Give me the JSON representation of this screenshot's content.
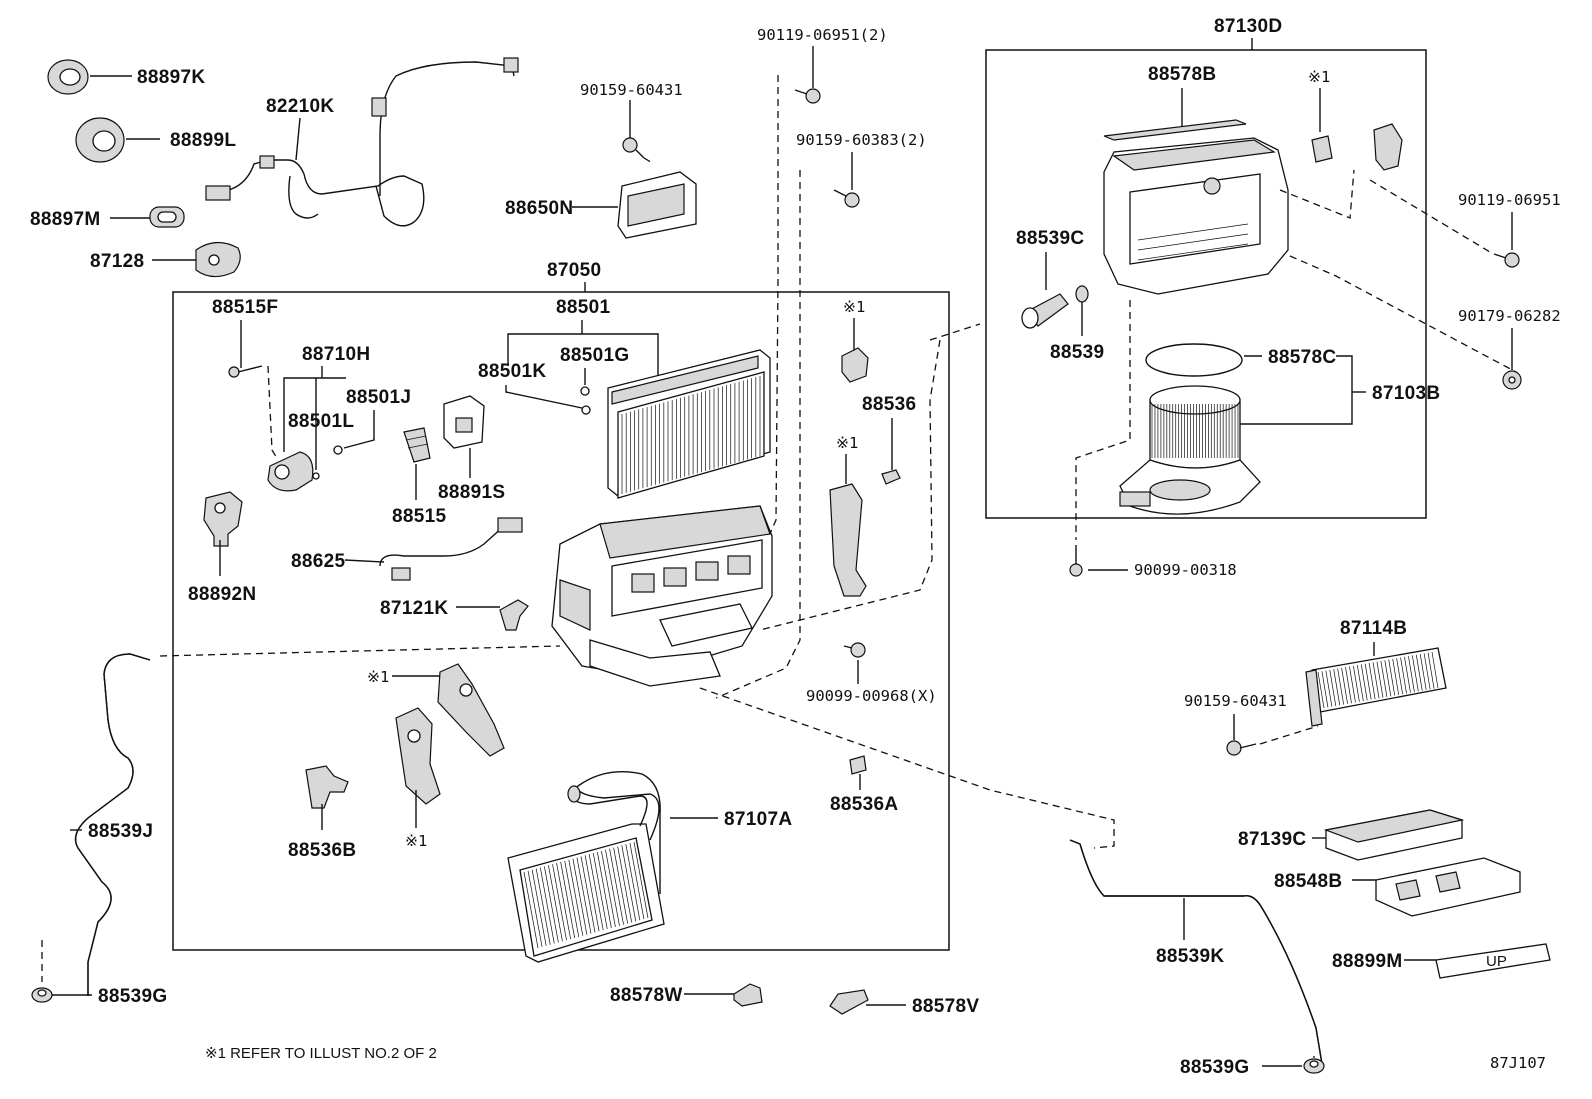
{
  "diagram_id": "87J107",
  "footnote": "※1 REFER TO ILLUST NO.2 OF 2",
  "parts": {
    "p88897K": "88897K",
    "p82210K": "82210K",
    "p88899L": "88899L",
    "p88897M": "88897M",
    "p87128": "87128",
    "p90159_60431_top": "90159-60431",
    "p88650N": "88650N",
    "p90119_06951_2": "90119-06951(2)",
    "p90159_60383_2": "90159-60383(2)",
    "p87050": "87050",
    "p88501": "88501",
    "p88515F": "88515F",
    "p88710H": "88710H",
    "p88501J": "88501J",
    "p88501L": "88501L",
    "p88501K": "88501K",
    "p88501G": "88501G",
    "p88515": "88515",
    "p88891S": "88891S",
    "p88892N": "88892N",
    "p88625": "88625",
    "p87121K": "87121K",
    "p88536": "88536",
    "p90099_00968": "90099-00968(X)",
    "p88536A": "88536A",
    "p88536B": "88536B",
    "p87107A": "87107A",
    "p88539J": "88539J",
    "p88539G_left": "88539G",
    "p88578W": "88578W",
    "p88578V": "88578V",
    "p87130D": "87130D",
    "p88578B": "88578B",
    "p88539C": "88539C",
    "p88539": "88539",
    "p88578C": "88578C",
    "p87103B": "87103B",
    "p90119_06951": "90119-06951",
    "p90179_06282": "90179-06282",
    "p90099_00318": "90099-00318",
    "p87114B": "87114B",
    "p90159_60431_right": "90159-60431",
    "p87139C": "87139C",
    "p88548B": "88548B",
    "p88899M": "88899M",
    "p88539K": "88539K",
    "p88539G_right": "88539G"
  },
  "notes": {
    "ref_mark": "※1",
    "filter_marking": "UP"
  }
}
